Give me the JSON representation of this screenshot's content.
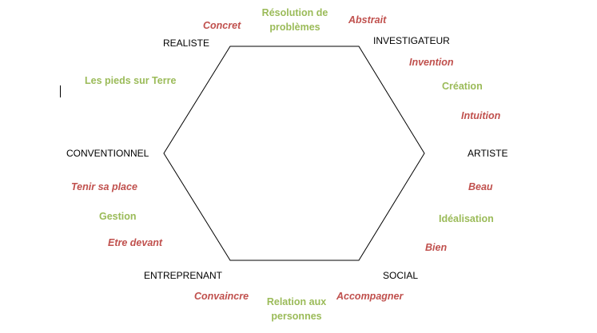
{
  "types": {
    "realiste": "REALISTE",
    "investigateur": "INVESTIGATEUR",
    "artiste": "ARTISTE",
    "social": "SOCIAL",
    "entreprenant": "ENTREPRENANT",
    "conventionnel": "CONVENTIONNEL"
  },
  "traits": {
    "concret": "Concret",
    "resolution_line1": "Résolution de",
    "resolution_line2": "problèmes",
    "abstrait": "Abstrait",
    "invention": "Invention",
    "creation": "Création",
    "intuition": "Intuition",
    "beau": "Beau",
    "idealisation": "Idéalisation",
    "bien": "Bien",
    "accompagner": "Accompagner",
    "relation_line1": "Relation aux",
    "relation_line2": "personnes",
    "convaincre": "Convaincre",
    "etre_devant": "Etre devant",
    "gestion": "Gestion",
    "tenir_sa_place": "Tenir sa place",
    "pieds_sur_terre": "Les pieds sur Terre"
  },
  "colors": {
    "red": "#c0504d",
    "green": "#9bbb59",
    "black": "#000000"
  }
}
